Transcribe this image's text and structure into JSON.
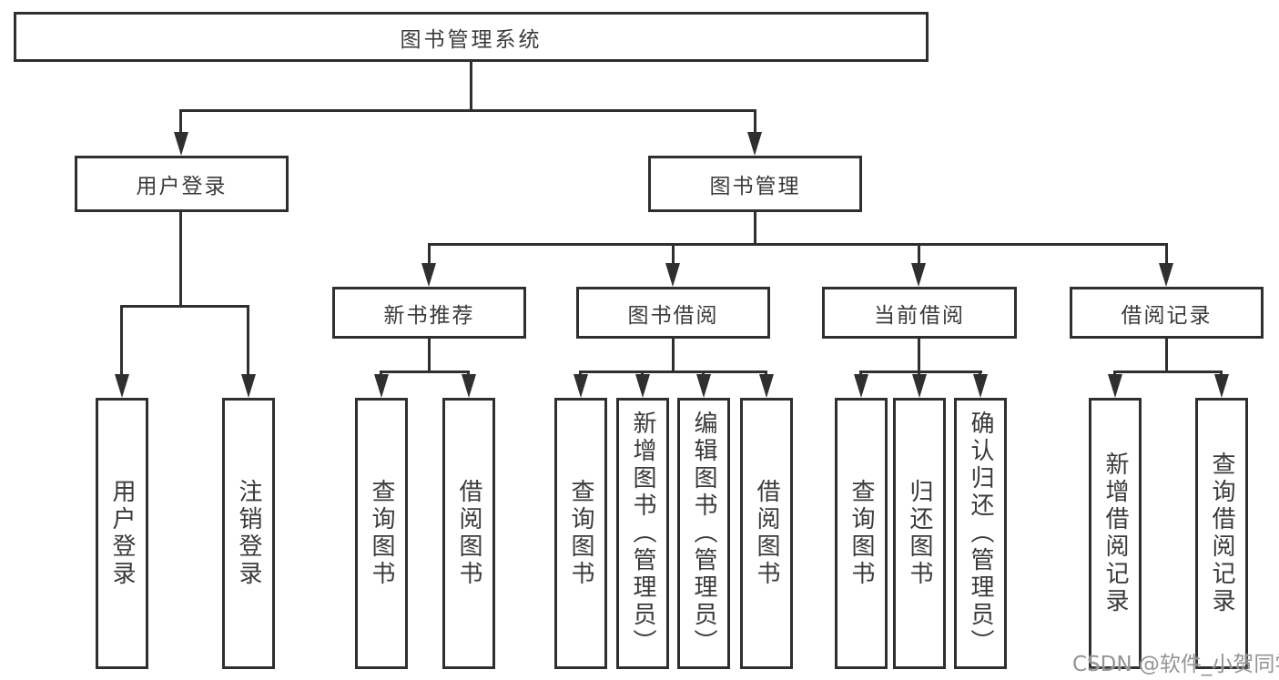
{
  "tree": {
    "root": {
      "label": "图书管理系统"
    },
    "user_login": {
      "label": "用户登录",
      "children": [
        {
          "label": "用户登录"
        },
        {
          "label": "注销登录"
        }
      ]
    },
    "book_management": {
      "label": "图书管理",
      "sections": [
        {
          "label": "新书推荐",
          "children": [
            {
              "label": "查询图书"
            },
            {
              "label": "借阅图书"
            }
          ]
        },
        {
          "label": "图书借阅",
          "children": [
            {
              "label": "查询图书"
            },
            {
              "label": "新增图书（管理员）"
            },
            {
              "label": "编辑图书（管理员）"
            },
            {
              "label": "借阅图书"
            }
          ]
        },
        {
          "label": "当前借阅",
          "children": [
            {
              "label": "查询图书"
            },
            {
              "label": "归还图书"
            },
            {
              "label": "确认归还（管理员）"
            }
          ]
        },
        {
          "label": "借阅记录",
          "children": [
            {
              "label": "新增借阅记录"
            },
            {
              "label": "查询借阅记录"
            }
          ]
        }
      ]
    }
  },
  "watermark": {
    "text": "CSDN @软件_小贺同学"
  },
  "colors": {
    "line": "#2f2f2f",
    "text": "#3a3a3a",
    "watermark": "#949494",
    "background": "#ffffff"
  }
}
